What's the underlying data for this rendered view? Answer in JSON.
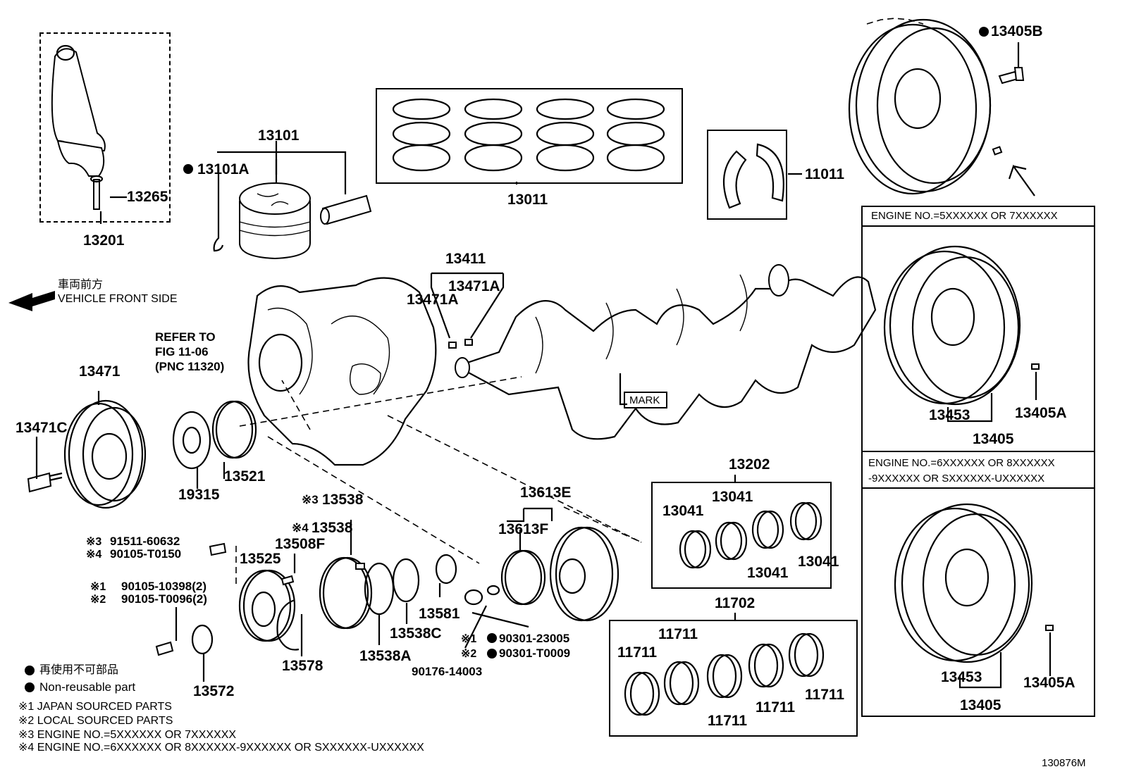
{
  "diagram_id": "130876M",
  "front_side": {
    "jp": "車両前方",
    "en": "VEHICLE FRONT SIDE"
  },
  "refer": {
    "line1": "REFER TO",
    "line2": "FIG 11-06",
    "line3": "(PNC 11320)"
  },
  "mark_label": "MARK",
  "parts": {
    "p13201": "13201",
    "p13265": "13265",
    "p13101": "13101",
    "p13101A": "13101A",
    "p13011": "13011",
    "p11011": "11011",
    "p13405B": "13405B",
    "p13411": "13411",
    "p13471A_1": "13471A",
    "p13471A_2": "13471A",
    "p13471": "13471",
    "p13471C": "13471C",
    "p19315": "19315",
    "p13521": "13521",
    "p13538_top": "13538",
    "p13538_mid": "13538",
    "p13508F": "13508F",
    "p13525": "13525",
    "p13578": "13578",
    "p13572": "13572",
    "p13538A": "13538A",
    "p13538C": "13538C",
    "p13581": "13581",
    "p90176": "90176-14003",
    "p13613E": "13613E",
    "p13613F": "13613F",
    "p13202": "13202",
    "p13041_a": "13041",
    "p13041_b": "13041",
    "p13041_c": "13041",
    "p13041_d": "13041",
    "p11702": "11702",
    "p11711_a": "11711",
    "p11711_b": "11711",
    "p11711_c": "11711",
    "p11711_d": "11711",
    "p11711_e": "11711",
    "p13453_a": "13453",
    "p13405_a": "13405",
    "p13405A_a": "13405A",
    "p13453_b": "13453",
    "p13405_b": "13405",
    "p13405A_b": "13405A"
  },
  "prefixes": {
    "n1": "※1",
    "n2": "※2",
    "n3": "※3",
    "n4": "※4"
  },
  "bolts": {
    "b91511": "91511-60632",
    "b90105_T0150": "90105-T0150",
    "b90105_10398": "90105-10398(2)",
    "b90105_T0096": "90105-T0096(2)",
    "b90301_23005": "90301-23005",
    "b90301_T0009": "90301-T0009"
  },
  "engine_boxes": {
    "box1": "ENGINE NO.=5XXXXXX OR 7XXXXXX",
    "box2_line1": "ENGINE NO.=6XXXXXX OR 8XXXXXX",
    "box2_line2": "-9XXXXXX OR SXXXXXX-UXXXXXX"
  },
  "legend": {
    "nonreusable_jp": "再使用不可部品",
    "nonreusable_en": "Non-reusable part",
    "n1": "※1 JAPAN SOURCED PARTS",
    "n2": "※2 LOCAL SOURCED PARTS",
    "n3": "※3 ENGINE NO.=5XXXXXX OR 7XXXXXX",
    "n4": "※4 ENGINE NO.=6XXXXXX OR 8XXXXXX-9XXXXXX OR SXXXXXX-UXXXXXX"
  }
}
